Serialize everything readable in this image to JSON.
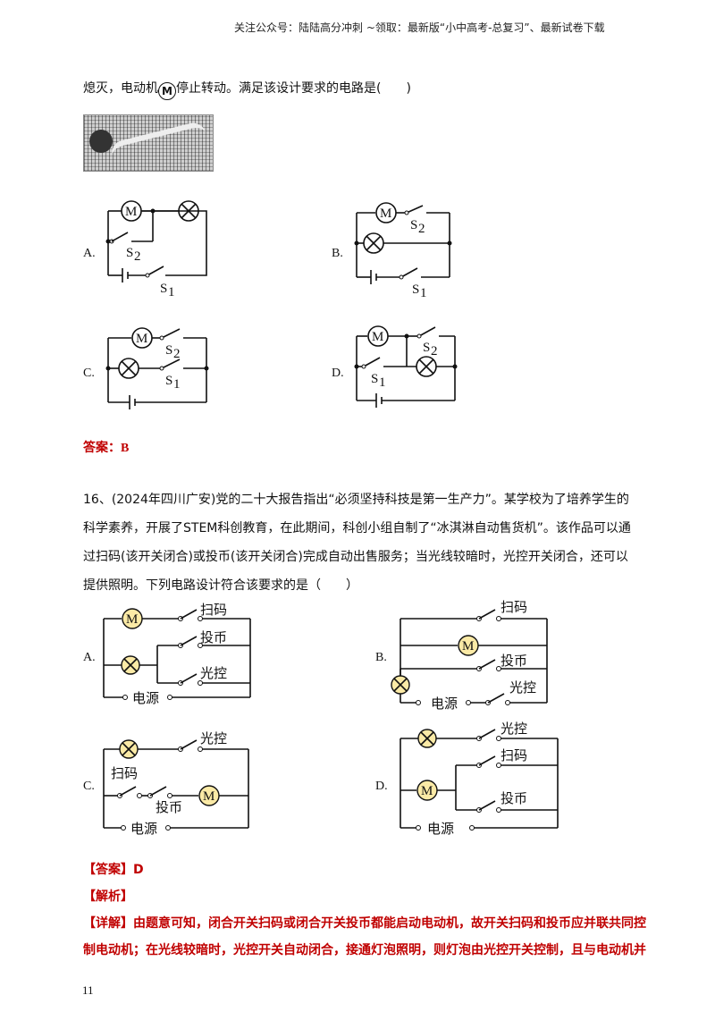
{
  "header": "关注公众号：陆陆高分冲刺  ~领取：最新版“小中高考-总复习”、最新试卷下载",
  "q15": {
    "intro_before": "熄灭，电动机",
    "intro_motor": "M",
    "intro_after": "停止转动。满足该设计要求的电路是(　　)",
    "options": [
      "A.",
      "B.",
      "C.",
      "D."
    ],
    "answer_label": "答案：",
    "answer_value": "B"
  },
  "q16": {
    "lines": [
      "16、(2024年四川广安)党的二十大报告指出“必须坚持科技是第一生产力”。某学校为了培养学生的",
      "科学素养，开展了STEM科创教育，在此期间，科创小组自制了“冰淇淋自动售货机”。该作品可以通",
      "过扫码(该开关闭合)或投币(该开关闭合)完成自动出售服务；当光线较暗时，光控开关闭合，还可以",
      "提供照明。下列电路设计符合该要求的是（　　）"
    ],
    "options": [
      "A.",
      "B.",
      "C.",
      "D."
    ],
    "labels": {
      "scan": "扫码",
      "coin": "投币",
      "light": "光控",
      "power": "电源",
      "motor": "M"
    },
    "answer": "【答案】D",
    "analysis": "【解析】",
    "detail_lines": [
      "【详解】由题意可知，闭合开关扫码或闭合开关投币都能启动电动机，故开关扫码和投币应并联共同控",
      "制电动机；在光线较暗时，光控开关自动闭合，接通灯泡照明，则灯泡由光控开关控制，且与电动机并"
    ]
  },
  "circuit_labels": {
    "motor": "M",
    "s1": "S",
    "s2": "S",
    "s1_sub": "1",
    "s2_sub": "2"
  },
  "page_number": "11"
}
